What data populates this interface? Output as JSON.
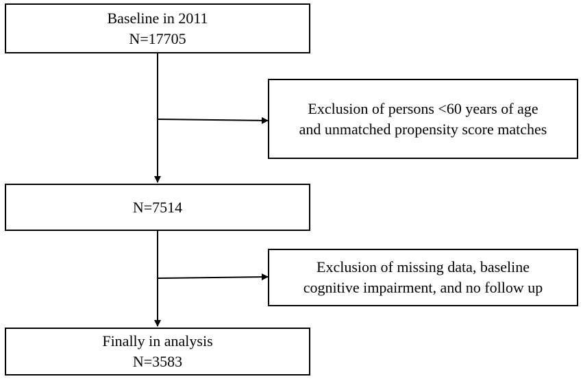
{
  "boxes": {
    "baseline": {
      "line1": "Baseline in 2011",
      "line2": "N=17705"
    },
    "exclusion1": {
      "line1": "Exclusion of persons <60 years of age",
      "line2": "and unmatched propensity score matches"
    },
    "middle": {
      "line1": "N=7514"
    },
    "exclusion2": {
      "line1": "Exclusion of missing data, baseline",
      "line2": "cognitive impairment, and no follow up"
    },
    "final": {
      "line1": "Finally in analysis",
      "line2": "N=3583"
    }
  },
  "colors": {
    "stroke": "#000000",
    "background": "#ffffff"
  }
}
